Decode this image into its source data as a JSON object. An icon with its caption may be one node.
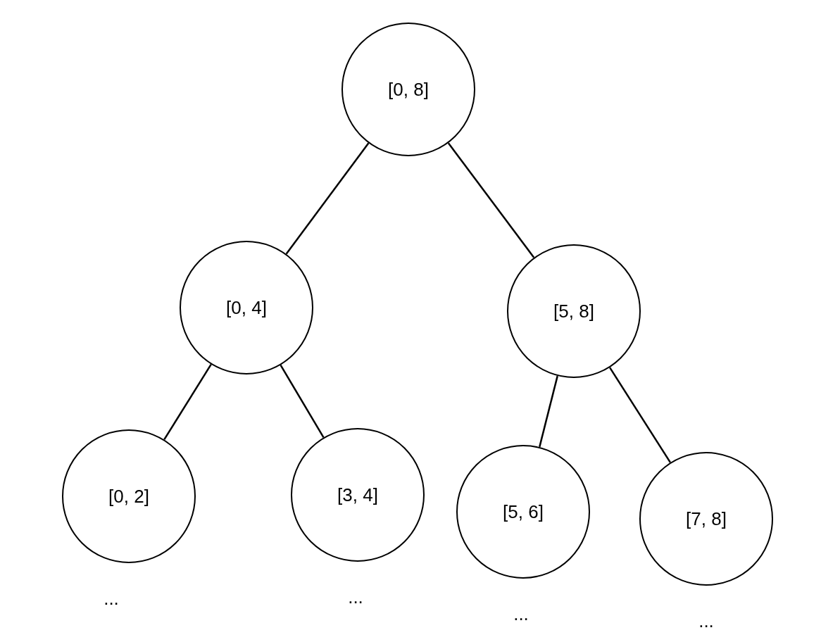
{
  "diagram": {
    "nodes": [
      {
        "text": [
          "[0, 8]"
        ]
      },
      {
        "text": [
          "[0, 4]"
        ]
      },
      {
        "text": [
          "[5, 8]"
        ]
      },
      {
        "text": [
          "[0, 2]"
        ]
      },
      {
        "text": [
          "[3, 4]"
        ]
      },
      {
        "text": [
          "[5, 6]"
        ]
      },
      {
        "text": [
          "[7, 8]"
        ]
      }
    ],
    "edges": [
      {
        "from": 0,
        "to": 1,
        "arrow": "none"
      },
      {
        "from": 0,
        "to": 2,
        "arrow": "none"
      },
      {
        "from": 1,
        "to": 3,
        "arrow": "none"
      },
      {
        "from": 1,
        "to": 4,
        "arrow": "none"
      },
      {
        "from": 2,
        "to": 5,
        "arrow": "none"
      },
      {
        "from": 2,
        "to": 6,
        "arrow": "none"
      }
    ],
    "labels": [
      "...",
      "...",
      "...",
      "..."
    ]
  }
}
